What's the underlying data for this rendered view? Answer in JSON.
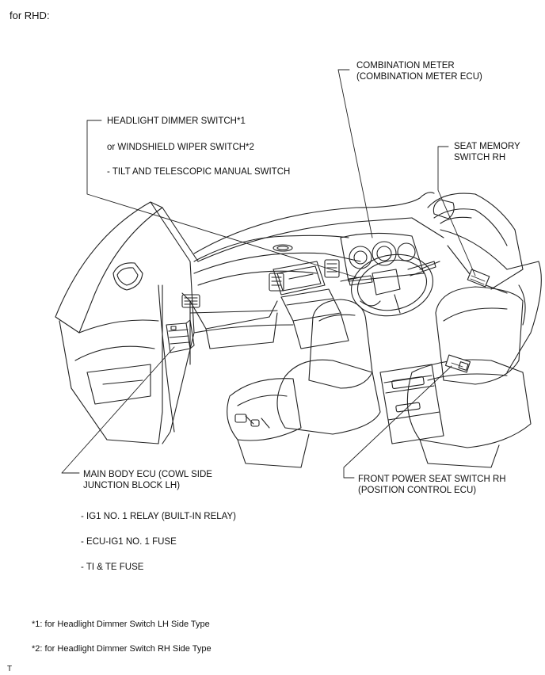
{
  "header": {
    "text": "for RHD:"
  },
  "labels": {
    "combination_meter": {
      "line1": "COMBINATION METER",
      "line2": "(COMBINATION METER ECU)"
    },
    "headlight_dimmer_switch": "HEADLIGHT DIMMER SWITCH*1",
    "windshield_wiper_switch": "or WINDSHIELD WIPER SWITCH*2",
    "tilt_telescopic_switch": "- TILT AND TELESCOPIC MANUAL SWITCH",
    "seat_memory_switch": {
      "line1": "SEAT MEMORY",
      "line2": "SWITCH RH"
    },
    "main_body_ecu": {
      "line1": "MAIN BODY ECU (COWL SIDE",
      "line2": "JUNCTION BLOCK LH)"
    },
    "front_power_seat_switch": {
      "line1": "FRONT POWER SEAT SWITCH RH",
      "line2": "(POSITION CONTROL ECU)"
    },
    "ig1_relay": "- IG1 NO. 1 RELAY (BUILT-IN RELAY)",
    "ecu_ig1_fuse": "- ECU-IG1 NO. 1 FUSE",
    "ti_te_fuse": "- TI & TE FUSE"
  },
  "footnotes": [
    "*1: for Headlight Dimmer Switch LH Side Type",
    "*2: for Headlight Dimmer Switch RH Side Type"
  ],
  "corner_mark": "T"
}
